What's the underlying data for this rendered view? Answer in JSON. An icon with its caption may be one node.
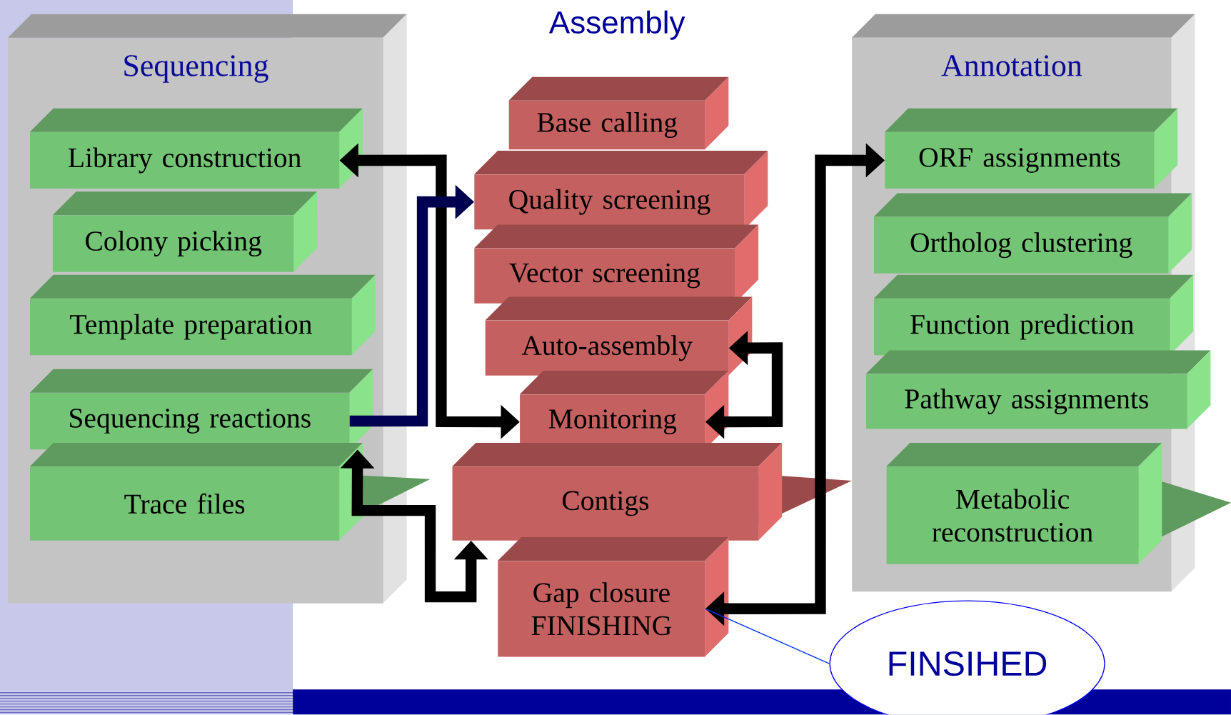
{
  "diagram": {
    "title": "Assembly",
    "nodes": [
      {
        "text": [
          "Sequencing"
        ]
      },
      {
        "text": [
          "Library construction"
        ],
        "in": 0
      },
      {
        "text": [
          "Colony picking"
        ],
        "in": 0
      },
      {
        "text": [
          "Template preparation"
        ],
        "in": 0
      },
      {
        "text": [
          "Sequencing reactions"
        ],
        "in": 0
      },
      {
        "text": [
          "Trace files"
        ],
        "in": 0
      },
      {
        "text": [
          "Base calling"
        ]
      },
      {
        "text": [
          "Quality screening"
        ]
      },
      {
        "text": [
          "Vector screening"
        ]
      },
      {
        "text": [
          "Auto-assembly"
        ]
      },
      {
        "text": [
          "Monitoring"
        ]
      },
      {
        "text": [
          "Contigs"
        ]
      },
      {
        "text": [
          "Gap closure FINISHING"
        ]
      },
      {
        "text": [
          "Annotation"
        ]
      },
      {
        "text": [
          "ORF assignments"
        ],
        "in": 13
      },
      {
        "text": [
          "Ortholog clustering"
        ],
        "in": 13
      },
      {
        "text": [
          "Function prediction"
        ],
        "in": 13
      },
      {
        "text": [
          "Pathway assignments"
        ],
        "in": 13
      },
      {
        "text": [
          "Metabolic reconstruction"
        ],
        "in": 13
      },
      {
        "text": [
          "FINSIHED"
        ]
      }
    ],
    "edges": [
      {
        "from": 1,
        "to": 10,
        "arrow": "both"
      },
      {
        "from": 4,
        "to": 7,
        "arrow": "to",
        "color": "#000050"
      },
      {
        "from": 9,
        "to": 10,
        "arrow": "both"
      },
      {
        "from": 11,
        "to": 4,
        "arrow": "both"
      },
      {
        "from": 12,
        "to": 14,
        "arrow": "both"
      },
      {
        "from": 19,
        "to": 12,
        "arrow": "none",
        "color": "#0033ff"
      }
    ]
  }
}
